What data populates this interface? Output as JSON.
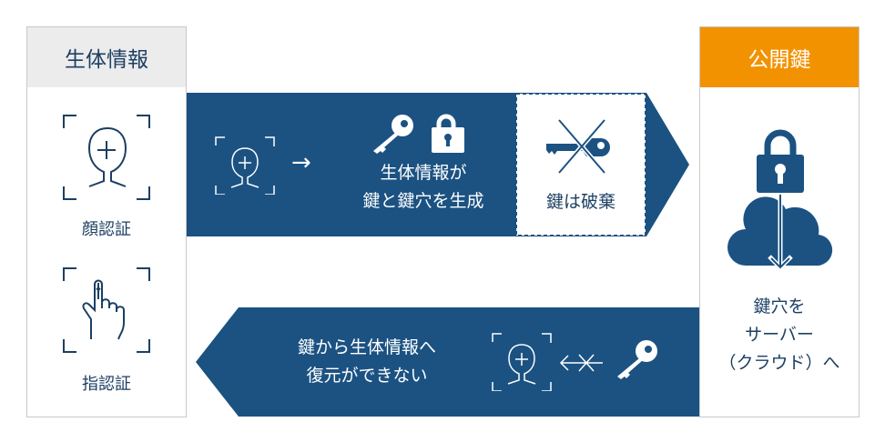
{
  "colors": {
    "navy": "#1b5282",
    "orange": "#f39200",
    "header_gray": "#ececec"
  },
  "left_panel": {
    "title": "生体情報",
    "items": [
      {
        "label": "顔認証",
        "icon": "face-scan-icon"
      },
      {
        "label": "指認証",
        "icon": "finger-scan-icon"
      }
    ]
  },
  "right_panel": {
    "title": "公開鍵",
    "text": [
      "鍵穴を",
      "サーバー",
      "（クラウド）へ"
    ]
  },
  "top_flow": {
    "arrow": "→",
    "text": [
      "生体情報が",
      "鍵と鍵穴を生成"
    ],
    "discard": "鍵は破棄"
  },
  "bottom_flow": {
    "text": [
      "鍵から生体情報へ",
      "復元ができない"
    ],
    "arrow": "←✕—"
  }
}
